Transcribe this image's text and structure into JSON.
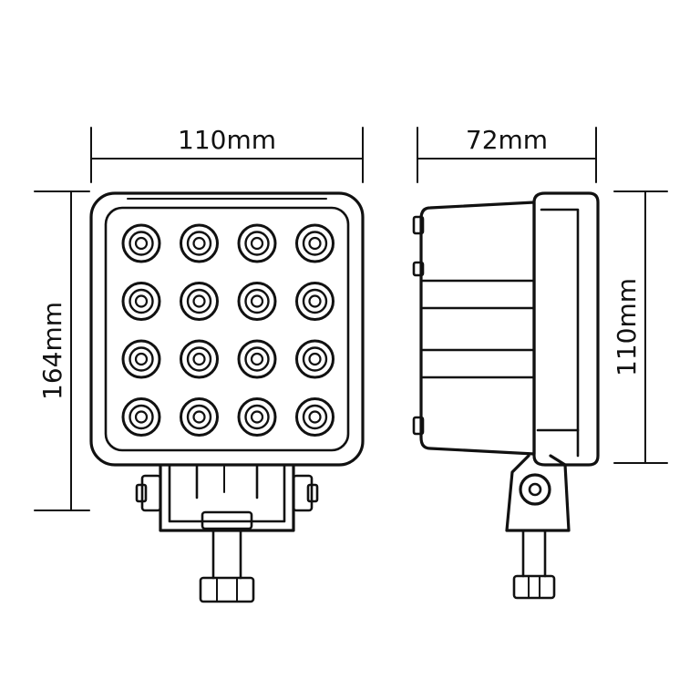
{
  "dimensions": {
    "front_width": "110mm",
    "front_height": "164mm",
    "side_depth": "72mm",
    "side_height": "110mm"
  },
  "led_grid": {
    "rows": 4,
    "cols": 4
  },
  "colors": {
    "line": "#111111",
    "background": "#ffffff"
  }
}
